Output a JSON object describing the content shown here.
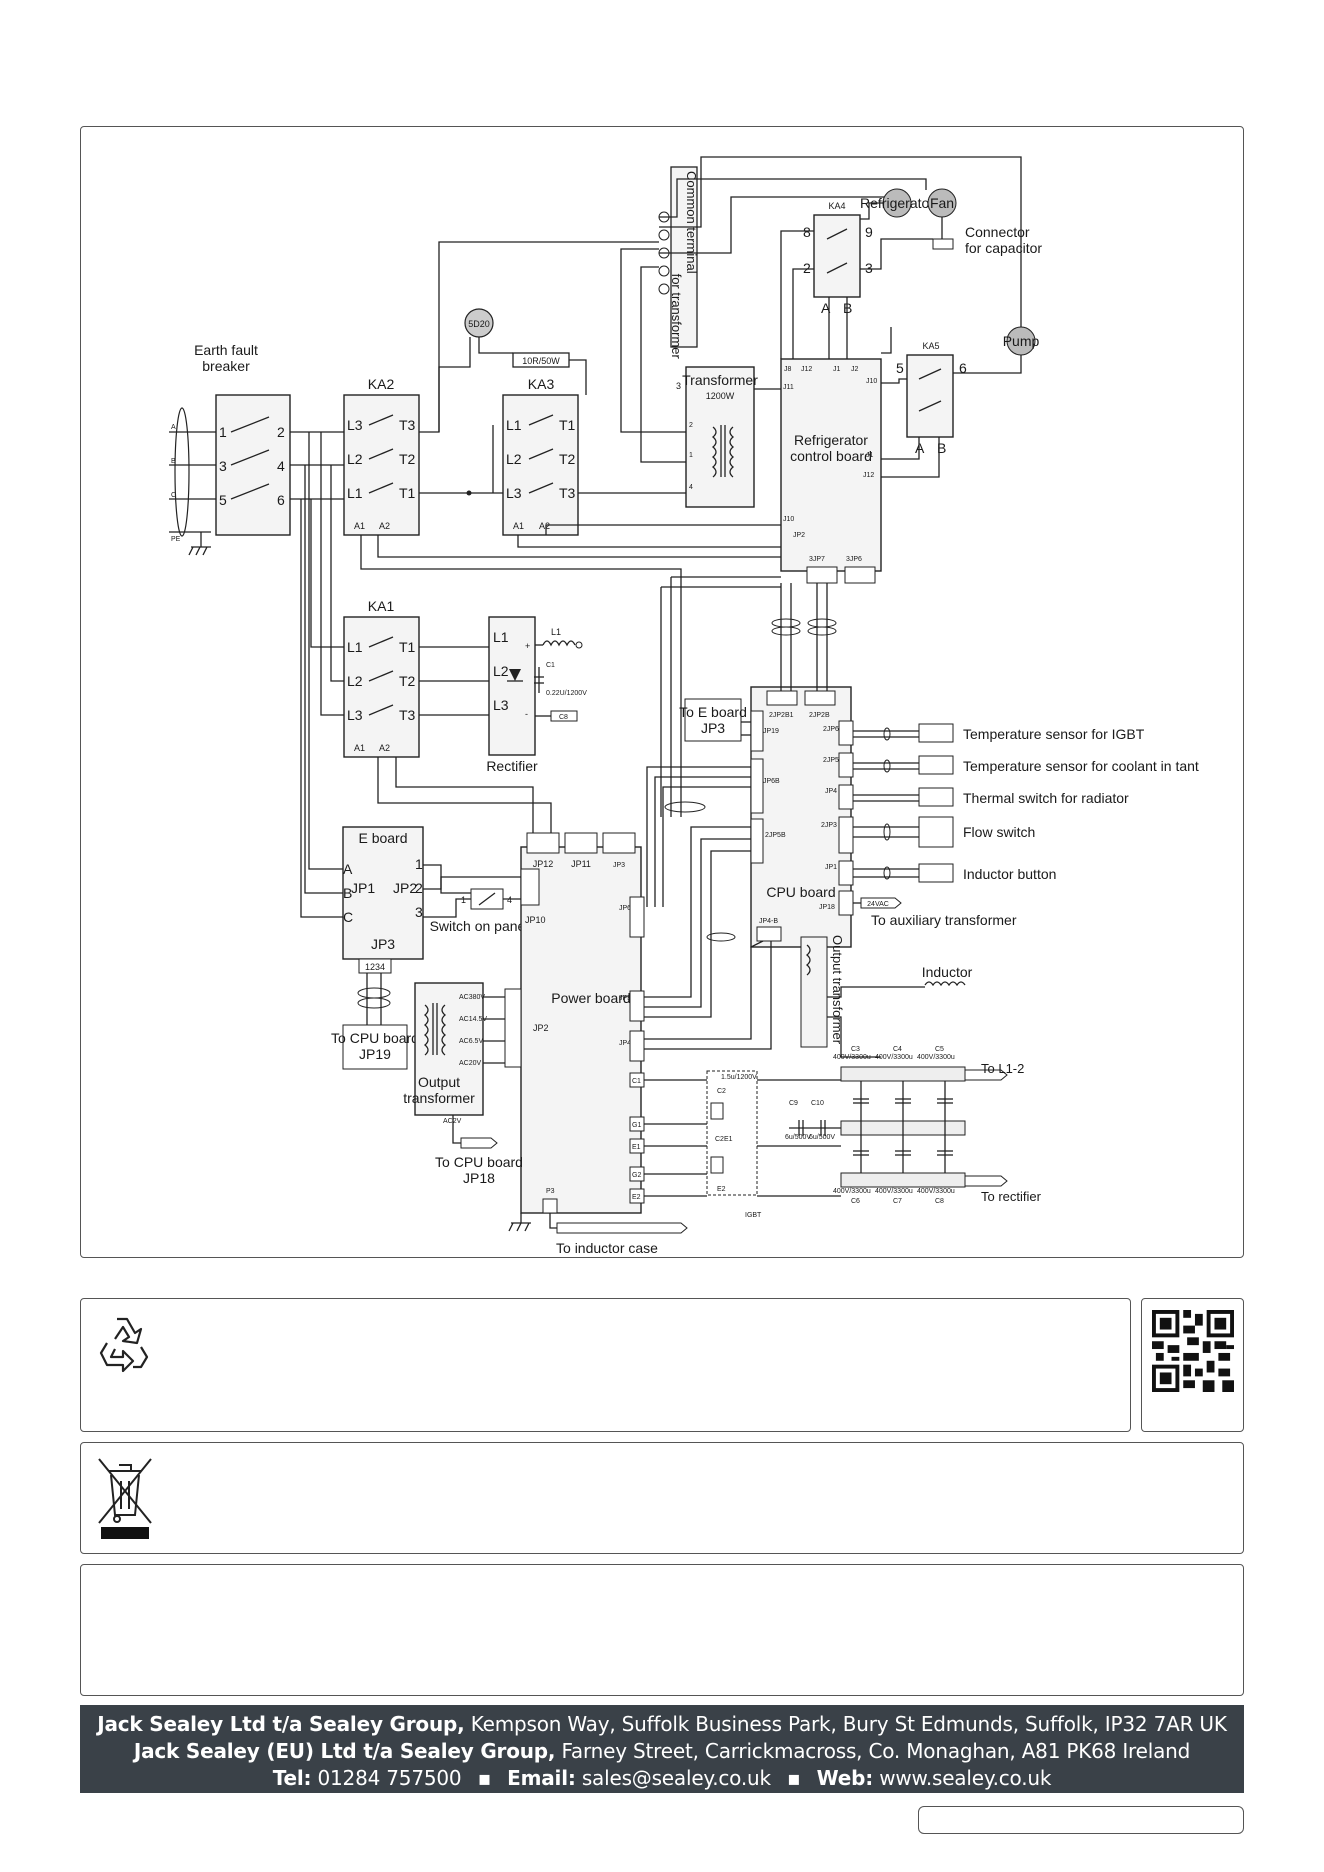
{
  "diagram": {
    "earth_fault_breaker": {
      "title": "Earth fault\nbreaker",
      "pins_left": [
        "1",
        "3",
        "5"
      ],
      "pins_right": [
        "2",
        "4",
        "6"
      ],
      "phase_labels": [
        "A",
        "B",
        "C"
      ],
      "pe": "PE"
    },
    "ka2": {
      "title": "KA2",
      "left": [
        "L3",
        "L2",
        "L1"
      ],
      "right": [
        "T3",
        "T2",
        "T1"
      ],
      "coil": [
        "A1",
        "A2"
      ]
    },
    "ka3": {
      "title": "KA3",
      "left": [
        "L1",
        "L2",
        "L3"
      ],
      "right": [
        "T1",
        "T2",
        "T3"
      ],
      "coil": [
        "A1",
        "A2"
      ]
    },
    "ka1": {
      "title": "KA1",
      "left": [
        "L1",
        "L2",
        "L3"
      ],
      "right": [
        "T1",
        "T2",
        "T3"
      ],
      "coil": [
        "A1",
        "A2"
      ]
    },
    "ka4": {
      "title": "KA4",
      "pins": [
        "8",
        "9",
        "2",
        "3"
      ],
      "bottom": [
        "A",
        "B"
      ]
    },
    "ka5": {
      "title": "KA5",
      "pins": [
        "5",
        "6"
      ],
      "bottom": [
        "A",
        "B"
      ]
    },
    "thermistor": "5D20",
    "resistor": "10R/50W",
    "common_terminal": "Common terminal\nfor transformer",
    "refrigerator": "Refrigerator",
    "fan": "Fan",
    "connector_capacitor": "Connector\nfor capacitor",
    "pump": "Pump",
    "transformer": {
      "title": "Transformer",
      "rating": "1200W",
      "pins": [
        "3",
        "2",
        "1",
        "4"
      ]
    },
    "refrigerator_board": {
      "title": "Refrigerator\ncontrol board",
      "jacks": [
        "J8",
        "J12",
        "J1",
        "J2",
        "J11",
        "J10",
        "J1",
        "J12",
        "J10",
        "JP2",
        "3JP7",
        "3JP6"
      ]
    },
    "rectifier": {
      "title": "Rectifier",
      "pins": [
        "L1",
        "L2",
        "L3"
      ],
      "plus": "+",
      "minus": "-",
      "inductor": "L1",
      "cap": "C1",
      "cap_value": "0.22U/1200V",
      "tag": "C8"
    },
    "e_board": {
      "title": "E board",
      "jp1": "JP1",
      "jp2": "JP2",
      "jp3": "JP3",
      "pins_abc": [
        "A",
        "B",
        "C"
      ],
      "pins_123": [
        "1",
        "2",
        "3"
      ],
      "jp3_pins": "1234"
    },
    "to_cpu_jp19": "To CPU board\nJP19",
    "switch_on_panel": "Switch on panel",
    "switch_pins": [
      "1",
      "4"
    ],
    "to_e_board": "To E board\nJP3",
    "cpu_board": {
      "title": "CPU board",
      "jacks": [
        "2JP2B1",
        "2JP2B",
        "JP19",
        "JP6B",
        "2JP5B",
        "JP4-B",
        "JP18",
        "2JP6",
        "2JP5",
        "JP4",
        "2JP3",
        "JP1"
      ]
    },
    "sensors": [
      "Temperature sensor for IGBT",
      "Temperature sensor for coolant in tant",
      "Thermal switch for radiator",
      "Flow switch",
      "Inductor button"
    ],
    "to_aux_transformer": "To auxiliary transformer",
    "aux_tag": "24VAC",
    "power_board": {
      "title": "Power board",
      "jacks": [
        "JP12",
        "JP11",
        "JP3",
        "JP10",
        "JP6A",
        "JP5A",
        "JP4-A",
        "JP2",
        "P3"
      ],
      "terminals": [
        "C1",
        "G1",
        "E1",
        "G2",
        "E2"
      ]
    },
    "output_transformer_left": {
      "title": "Output\ntransformer",
      "taps": [
        "AC380V",
        "AC14.5V",
        "AC6.5V",
        "AC20V",
        "AC2V"
      ]
    },
    "to_cpu_jp18": "To CPU board\nJP18",
    "to_inductor_case": "To inductor case",
    "output_transformer_right": "Output transformer",
    "inductor": "Inductor",
    "igbt": {
      "label": "IGBT",
      "c2": "C2",
      "c2e1": "C2E1",
      "e2": "E2",
      "snubber": "1.5u/1200V"
    },
    "caps_top": [
      "C3",
      "C4",
      "C5"
    ],
    "caps_bottom": [
      "C6",
      "C7",
      "C8"
    ],
    "cap_rating": "400V/3300u",
    "c9_c10": [
      "C9",
      "C10"
    ],
    "c9_rating": "6u/500V",
    "to_l12": "To L1-2",
    "to_rectifier": "To rectifier"
  },
  "icons": {
    "recycle": "recycle-icon",
    "qr": "qr-code-icon",
    "weee": "crossed-bin-icon"
  },
  "footer": {
    "line1_bold": "Jack Sealey Ltd t/a Sealey Group,",
    "line1_rest": "Kempson Way, Suffolk Business Park, Bury St Edmunds, Suffolk, IP32 7AR UK",
    "line2_bold": "Jack Sealey (EU) Ltd t/a Sealey Group,",
    "line2_rest": "Farney Street, Carrickmacross, Co. Monaghan, A81 PK68 Ireland",
    "tel_label": "Tel:",
    "tel": "01284 757500",
    "email_label": "Email:",
    "email": "sales@sealey.co.uk",
    "web_label": "Web:",
    "web": "www.sealey.co.uk",
    "separator": "▪"
  }
}
